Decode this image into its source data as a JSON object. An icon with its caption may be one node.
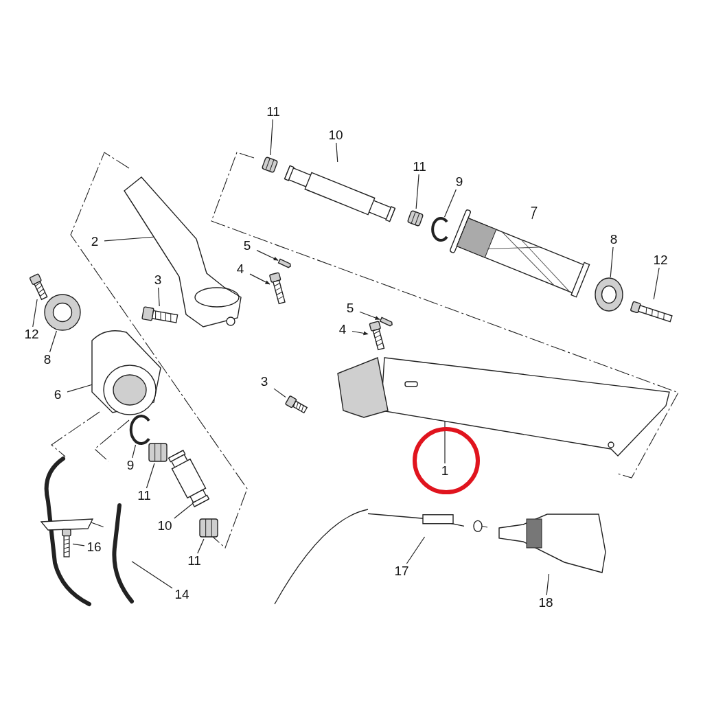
{
  "diagram": {
    "nodes": [
      {
        "text": [
          "11"
        ]
      },
      {
        "text": [],
        "shape": "nut"
      },
      {
        "text": [
          "10"
        ]
      },
      {
        "text": [],
        "shape": "tube"
      },
      {
        "text": [
          "2"
        ]
      },
      {
        "text": [],
        "shape": "lever"
      },
      {
        "text": [
          "11"
        ]
      },
      {
        "text": [],
        "shape": "nut"
      },
      {
        "text": [
          "9"
        ]
      },
      {
        "text": [],
        "shape": "clip"
      },
      {
        "text": [
          "7"
        ]
      },
      {
        "text": [],
        "shape": "grip"
      },
      {
        "text": [
          "8"
        ]
      },
      {
        "text": [],
        "shape": "cap"
      },
      {
        "text": [
          "5"
        ]
      },
      {
        "text": [],
        "shape": "pin"
      },
      {
        "text": [
          "12"
        ]
      },
      {
        "text": [],
        "shape": "bolt"
      },
      {
        "text": [
          "4"
        ]
      },
      {
        "text": [],
        "shape": "bolt"
      },
      {
        "text": [
          "3"
        ]
      },
      {
        "text": [],
        "shape": "bolt"
      },
      {
        "text": [
          "5"
        ]
      },
      {
        "text": [],
        "shape": "pin"
      },
      {
        "text": [
          "12"
        ]
      },
      {
        "text": [],
        "shape": "bolt"
      },
      {
        "text": [
          "4"
        ]
      },
      {
        "text": [],
        "shape": "bolt"
      },
      {
        "text": [
          "8"
        ]
      },
      {
        "text": [],
        "shape": "cap"
      },
      {
        "text": [
          "3"
        ]
      },
      {
        "text": [],
        "shape": "bolt"
      },
      {
        "text": [
          "6"
        ]
      },
      {
        "text": [],
        "shape": "throttle"
      },
      {
        "text": [
          "9"
        ]
      },
      {
        "text": [],
        "shape": "clip"
      },
      {
        "text": [
          "1"
        ]
      },
      {
        "text": [],
        "shape": "bar"
      },
      {
        "text": [
          "11"
        ]
      },
      {
        "text": [],
        "shape": "nut"
      },
      {
        "text": [
          "10"
        ]
      },
      {
        "text": [],
        "shape": "tube"
      },
      {
        "text": [
          "16"
        ]
      },
      {
        "text": [],
        "shape": "bolt"
      },
      {
        "text": [
          "11"
        ]
      },
      {
        "text": [],
        "shape": "nut"
      },
      {
        "text": [
          "14"
        ]
      },
      {
        "text": [],
        "shape": "cable"
      },
      {
        "text": [
          "17"
        ]
      },
      {
        "text": [],
        "shape": "cable"
      },
      {
        "text": [
          "18"
        ]
      },
      {
        "text": [],
        "shape": "housing"
      }
    ],
    "edges": [
      {
        "from": 0,
        "to": 1,
        "arrow": "none"
      },
      {
        "from": 2,
        "to": 3,
        "arrow": "none"
      },
      {
        "from": 4,
        "to": 5,
        "arrow": "none"
      },
      {
        "from": 6,
        "to": 7,
        "arrow": "none"
      },
      {
        "from": 8,
        "to": 9,
        "arrow": "none"
      },
      {
        "from": 10,
        "to": 11,
        "arrow": "none"
      },
      {
        "from": 12,
        "to": 13,
        "arrow": "none"
      },
      {
        "from": 14,
        "to": 15,
        "arrow": "to"
      },
      {
        "from": 16,
        "to": 17,
        "arrow": "none"
      },
      {
        "from": 18,
        "to": 19,
        "arrow": "to"
      },
      {
        "from": 20,
        "to": 21,
        "arrow": "none"
      },
      {
        "from": 22,
        "to": 23,
        "arrow": "to"
      },
      {
        "from": 24,
        "to": 25,
        "arrow": "none"
      },
      {
        "from": 26,
        "to": 27,
        "arrow": "to"
      },
      {
        "from": 28,
        "to": 29,
        "arrow": "none"
      },
      {
        "from": 30,
        "to": 31,
        "arrow": "none"
      },
      {
        "from": 32,
        "to": 33,
        "arrow": "none"
      },
      {
        "from": 34,
        "to": 35,
        "arrow": "none"
      },
      {
        "from": 36,
        "to": 37,
        "arrow": "none"
      },
      {
        "from": 38,
        "to": 39,
        "arrow": "none"
      },
      {
        "from": 40,
        "to": 41,
        "arrow": "none"
      },
      {
        "from": 42,
        "to": 43,
        "arrow": "none"
      },
      {
        "from": 44,
        "to": 45,
        "arrow": "none"
      },
      {
        "from": 46,
        "to": 47,
        "arrow": "none"
      },
      {
        "from": 48,
        "to": 49,
        "arrow": "none"
      },
      {
        "from": 50,
        "to": 51,
        "arrow": "none"
      }
    ]
  }
}
